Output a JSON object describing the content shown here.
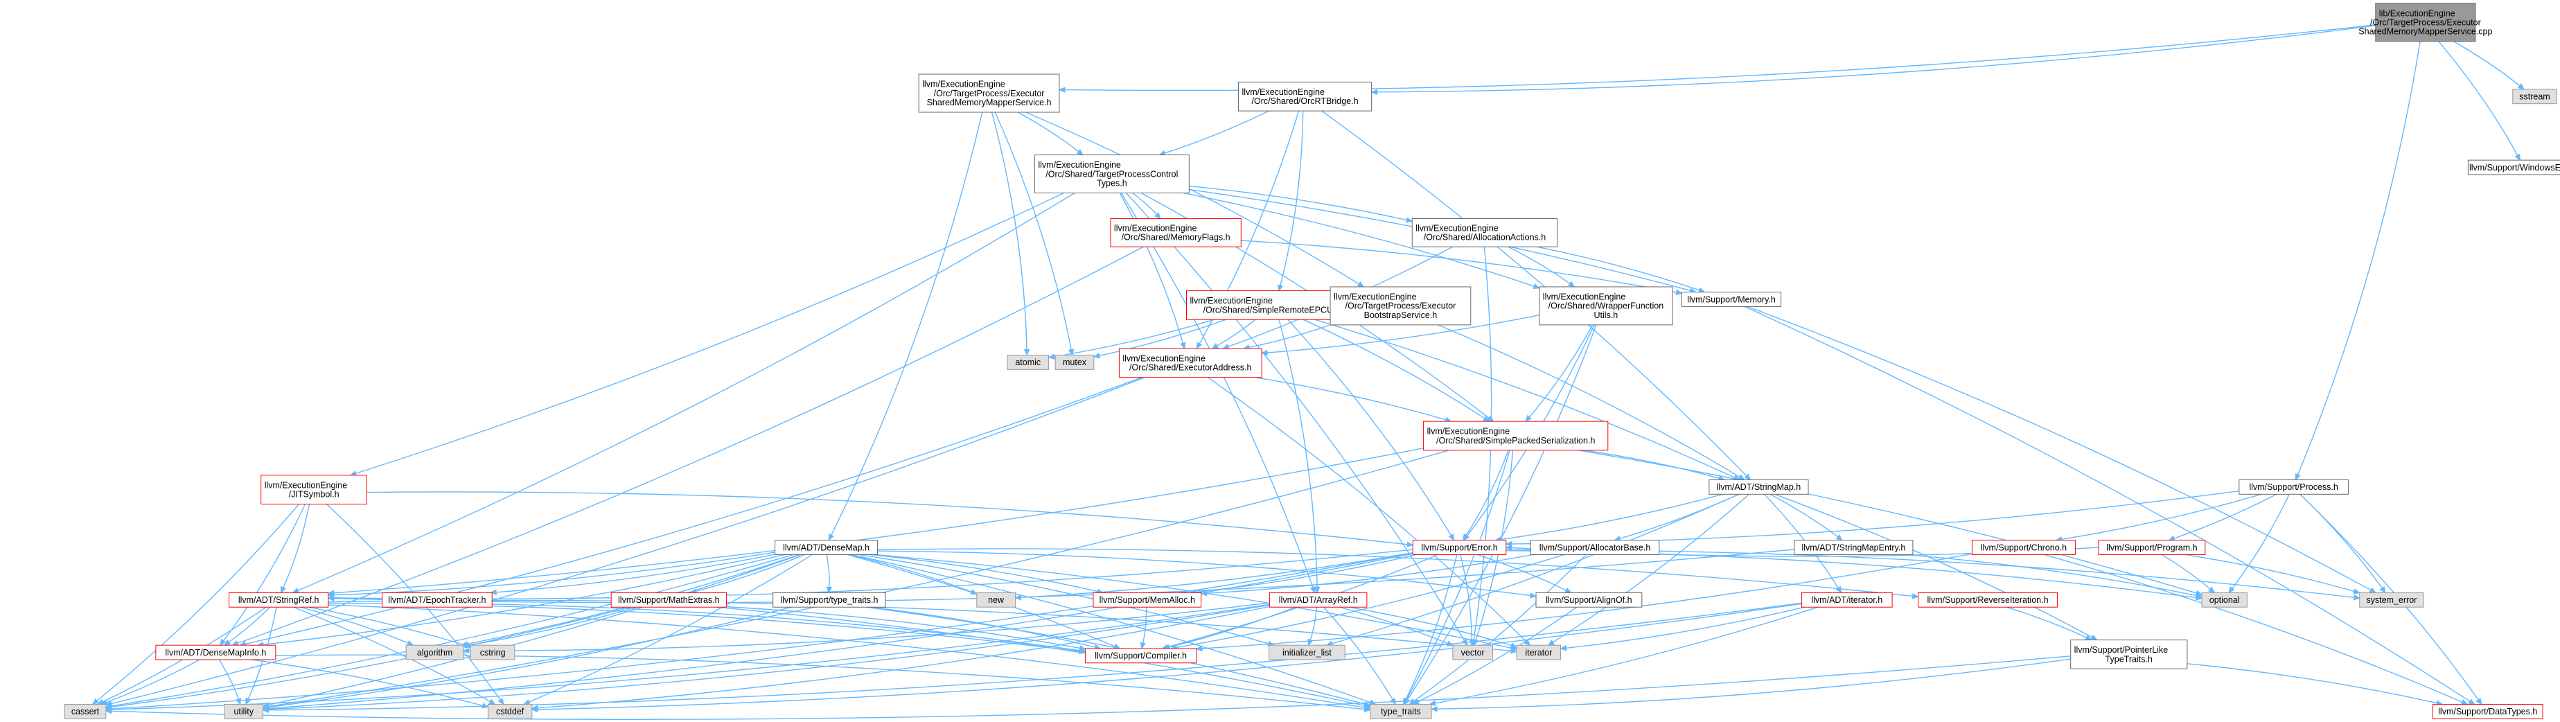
{
  "nodes": {
    "root": {
      "lines": [
        "lib/ExecutionEngine",
        "/Orc/TargetProcess/Executor",
        "SharedMemoryMapperService.cpp"
      ],
      "style": "root"
    },
    "esmmsh": {
      "lines": [
        "llvm/ExecutionEngine",
        "/Orc/TargetProcess/Executor",
        "SharedMemoryMapperService.h"
      ],
      "style": "normal"
    },
    "orcrt": {
      "lines": [
        "llvm/ExecutionEngine",
        "/Orc/Shared/OrcRTBridge.h"
      ],
      "style": "normal"
    },
    "sstream": {
      "lines": [
        "sstream"
      ],
      "style": "std"
    },
    "winerr": {
      "lines": [
        "llvm/Support/WindowsError.h"
      ],
      "style": "normal"
    },
    "tpct": {
      "lines": [
        "llvm/ExecutionEngine",
        "/Orc/Shared/TargetProcessControl",
        "Types.h"
      ],
      "style": "normal"
    },
    "memflags": {
      "lines": [
        "llvm/ExecutionEngine",
        "/Orc/Shared/MemoryFlags.h"
      ],
      "style": "red"
    },
    "allocact": {
      "lines": [
        "llvm/ExecutionEngine",
        "/Orc/Shared/AllocationActions.h"
      ],
      "style": "normal"
    },
    "simplerem": {
      "lines": [
        "llvm/ExecutionEngine",
        "/Orc/Shared/SimpleRemoteEPCUtils.h"
      ],
      "style": "red"
    },
    "bootstrap": {
      "lines": [
        "llvm/ExecutionEngine",
        "/Orc/TargetProcess/Executor",
        "BootstrapService.h"
      ],
      "style": "normal"
    },
    "wrapper": {
      "lines": [
        "llvm/ExecutionEngine",
        "/Orc/Shared/WrapperFunction",
        "Utils.h"
      ],
      "style": "normal"
    },
    "supmem": {
      "lines": [
        "llvm/Support/Memory.h"
      ],
      "style": "normal"
    },
    "atomic": {
      "lines": [
        "atomic"
      ],
      "style": "std"
    },
    "mutex": {
      "lines": [
        "mutex"
      ],
      "style": "std"
    },
    "execaddr": {
      "lines": [
        "llvm/ExecutionEngine",
        "/Orc/Shared/ExecutorAddress.h"
      ],
      "style": "red"
    },
    "sps": {
      "lines": [
        "llvm/ExecutionEngine",
        "/Orc/Shared/SimplePackedSerialization.h"
      ],
      "style": "red"
    },
    "jitsym": {
      "lines": [
        "llvm/ExecutionEngine",
        "/JITSymbol.h"
      ],
      "style": "red"
    },
    "stringmap": {
      "lines": [
        "llvm/ADT/StringMap.h"
      ],
      "style": "normal"
    },
    "process": {
      "lines": [
        "llvm/Support/Process.h"
      ],
      "style": "normal"
    },
    "densemap": {
      "lines": [
        "llvm/ADT/DenseMap.h"
      ],
      "style": "normal"
    },
    "error": {
      "lines": [
        "llvm/Support/Error.h"
      ],
      "style": "red"
    },
    "allocbase": {
      "lines": [
        "llvm/Support/AllocatorBase.h"
      ],
      "style": "normal"
    },
    "smentry": {
      "lines": [
        "llvm/ADT/StringMapEntry.h"
      ],
      "style": "normal"
    },
    "chrono": {
      "lines": [
        "llvm/Support/Chrono.h"
      ],
      "style": "red"
    },
    "program": {
      "lines": [
        "llvm/Support/Program.h"
      ],
      "style": "red"
    },
    "stringref": {
      "lines": [
        "llvm/ADT/StringRef.h"
      ],
      "style": "red"
    },
    "epoch": {
      "lines": [
        "llvm/ADT/EpochTracker.h"
      ],
      "style": "red"
    },
    "mathextras": {
      "lines": [
        "llvm/Support/MathExtras.h"
      ],
      "style": "red"
    },
    "typetraitsh": {
      "lines": [
        "llvm/Support/type_traits.h"
      ],
      "style": "normal"
    },
    "new": {
      "lines": [
        "new"
      ],
      "style": "std"
    },
    "memalloc": {
      "lines": [
        "llvm/Support/MemAlloc.h"
      ],
      "style": "red"
    },
    "arrayref": {
      "lines": [
        "llvm/ADT/ArrayRef.h"
      ],
      "style": "red"
    },
    "alignof": {
      "lines": [
        "llvm/Support/AlignOf.h"
      ],
      "style": "normal"
    },
    "iteratorh": {
      "lines": [
        "llvm/ADT/iterator.h"
      ],
      "style": "red"
    },
    "reverseiter": {
      "lines": [
        "llvm/Support/ReverseIteration.h"
      ],
      "style": "red"
    },
    "optional": {
      "lines": [
        "optional"
      ],
      "style": "std"
    },
    "syserr": {
      "lines": [
        "system_error"
      ],
      "style": "std"
    },
    "densemapinfo": {
      "lines": [
        "llvm/ADT/DenseMapInfo.h"
      ],
      "style": "red"
    },
    "algorithm": {
      "lines": [
        "algorithm"
      ],
      "style": "std"
    },
    "cstring": {
      "lines": [
        "cstring"
      ],
      "style": "std"
    },
    "compiler": {
      "lines": [
        "llvm/Support/Compiler.h"
      ],
      "style": "red"
    },
    "initlist": {
      "lines": [
        "initializer_list"
      ],
      "style": "std"
    },
    "vector": {
      "lines": [
        "vector"
      ],
      "style": "std"
    },
    "iterator": {
      "lines": [
        "iterator"
      ],
      "style": "std"
    },
    "ptrlike": {
      "lines": [
        "llvm/Support/PointerLike",
        "TypeTraits.h"
      ],
      "style": "normal"
    },
    "cassert": {
      "lines": [
        "cassert"
      ],
      "style": "std"
    },
    "utility": {
      "lines": [
        "utility"
      ],
      "style": "std"
    },
    "cstddef": {
      "lines": [
        "cstddef"
      ],
      "style": "std"
    },
    "typetraits": {
      "lines": [
        "type_traits"
      ],
      "style": "std"
    },
    "datatypes": {
      "lines": [
        "llvm/Support/DataTypes.h"
      ],
      "style": "red"
    }
  },
  "edges": [
    [
      "root",
      "esmmsh"
    ],
    [
      "root",
      "orcrt"
    ],
    [
      "root",
      "sstream"
    ],
    [
      "root",
      "winerr"
    ],
    [
      "root",
      "process"
    ],
    [
      "esmmsh",
      "tpct"
    ],
    [
      "esmmsh",
      "bootstrap"
    ],
    [
      "esmmsh",
      "densemap"
    ],
    [
      "esmmsh",
      "atomic"
    ],
    [
      "esmmsh",
      "mutex"
    ],
    [
      "orcrt",
      "tpct"
    ],
    [
      "orcrt",
      "simplerem"
    ],
    [
      "orcrt",
      "execaddr"
    ],
    [
      "orcrt",
      "stringmap"
    ],
    [
      "tpct",
      "memflags"
    ],
    [
      "tpct",
      "allocact"
    ],
    [
      "tpct",
      "wrapper"
    ],
    [
      "tpct",
      "supmem"
    ],
    [
      "tpct",
      "execaddr"
    ],
    [
      "tpct",
      "sps"
    ],
    [
      "tpct",
      "jitsym"
    ],
    [
      "tpct",
      "stringref"
    ],
    [
      "tpct",
      "arrayref"
    ],
    [
      "tpct",
      "vector"
    ],
    [
      "memflags",
      "supmem"
    ],
    [
      "memflags",
      "densemapinfo"
    ],
    [
      "allocact",
      "supmem"
    ],
    [
      "allocact",
      "wrapper"
    ],
    [
      "allocact",
      "execaddr"
    ],
    [
      "allocact",
      "vector"
    ],
    [
      "simplerem",
      "execaddr"
    ],
    [
      "simplerem",
      "sps"
    ],
    [
      "simplerem",
      "stringmap"
    ],
    [
      "simplerem",
      "error"
    ],
    [
      "simplerem",
      "arrayref"
    ],
    [
      "simplerem",
      "atomic"
    ],
    [
      "simplerem",
      "mutex"
    ],
    [
      "bootstrap",
      "execaddr"
    ],
    [
      "bootstrap",
      "stringmap"
    ],
    [
      "wrapper",
      "sps"
    ],
    [
      "wrapper",
      "error"
    ],
    [
      "wrapper",
      "execaddr"
    ],
    [
      "wrapper",
      "typetraits"
    ],
    [
      "supmem",
      "syserr"
    ],
    [
      "supmem",
      "datatypes"
    ],
    [
      "execaddr",
      "sps"
    ],
    [
      "execaddr",
      "cassert"
    ],
    [
      "execaddr",
      "iterator"
    ],
    [
      "execaddr",
      "densemapinfo"
    ],
    [
      "sps",
      "stringmap"
    ],
    [
      "sps",
      "error"
    ],
    [
      "sps",
      "optional"
    ],
    [
      "sps",
      "typetraits"
    ],
    [
      "sps",
      "utility"
    ],
    [
      "sps",
      "vector"
    ],
    [
      "sps",
      "stringref"
    ],
    [
      "jitsym",
      "error"
    ],
    [
      "jitsym",
      "stringref"
    ],
    [
      "jitsym",
      "densemapinfo"
    ],
    [
      "jitsym",
      "cassert"
    ],
    [
      "jitsym",
      "cstddef"
    ],
    [
      "stringmap",
      "allocbase"
    ],
    [
      "stringmap",
      "smentry"
    ],
    [
      "stringmap",
      "iteratorh"
    ],
    [
      "stringmap",
      "error"
    ],
    [
      "stringmap",
      "initlist"
    ],
    [
      "stringmap",
      "iterator"
    ],
    [
      "stringmap",
      "ptrlike"
    ],
    [
      "process",
      "error"
    ],
    [
      "process",
      "chrono"
    ],
    [
      "process",
      "program"
    ],
    [
      "process",
      "optional"
    ],
    [
      "process",
      "syserr"
    ],
    [
      "process",
      "datatypes"
    ],
    [
      "densemap",
      "stringref"
    ],
    [
      "densemap",
      "densemapinfo"
    ],
    [
      "densemap",
      "epoch"
    ],
    [
      "densemap",
      "mathextras"
    ],
    [
      "densemap",
      "typetraitsh"
    ],
    [
      "densemap",
      "new"
    ],
    [
      "densemap",
      "memalloc"
    ],
    [
      "densemap",
      "alignof"
    ],
    [
      "densemap",
      "reverseiter"
    ],
    [
      "densemap",
      "compiler"
    ],
    [
      "densemap",
      "algorithm"
    ],
    [
      "densemap",
      "cassert"
    ],
    [
      "densemap",
      "cstddef"
    ],
    [
      "densemap",
      "initlist"
    ],
    [
      "densemap",
      "iterator"
    ],
    [
      "densemap",
      "typetraits"
    ],
    [
      "densemap",
      "utility"
    ],
    [
      "error",
      "stringref"
    ],
    [
      "error",
      "alignof"
    ],
    [
      "error",
      "compiler"
    ],
    [
      "error",
      "new"
    ],
    [
      "error",
      "memalloc"
    ],
    [
      "error",
      "syserr"
    ],
    [
      "error",
      "optional"
    ],
    [
      "error",
      "cassert"
    ],
    [
      "error",
      "typetraits"
    ],
    [
      "error",
      "utility"
    ],
    [
      "error",
      "vector"
    ],
    [
      "allocbase",
      "compiler"
    ],
    [
      "allocbase",
      "memalloc"
    ],
    [
      "allocbase",
      "typetraits"
    ],
    [
      "smentry",
      "stringref"
    ],
    [
      "smentry",
      "optional"
    ],
    [
      "chrono",
      "compiler"
    ],
    [
      "chrono",
      "datatypes"
    ],
    [
      "program",
      "error"
    ],
    [
      "program",
      "syserr"
    ],
    [
      "program",
      "optional"
    ],
    [
      "stringref",
      "densemapinfo"
    ],
    [
      "stringref",
      "compiler"
    ],
    [
      "stringref",
      "algorithm"
    ],
    [
      "stringref",
      "cassert"
    ],
    [
      "stringref",
      "cstddef"
    ],
    [
      "stringref",
      "cstring"
    ],
    [
      "stringref",
      "iterator"
    ],
    [
      "stringref",
      "typetraits"
    ],
    [
      "stringref",
      "utility"
    ],
    [
      "epoch",
      "compiler"
    ],
    [
      "mathextras",
      "compiler"
    ],
    [
      "mathextras",
      "algorithm"
    ],
    [
      "mathextras",
      "cassert"
    ],
    [
      "mathextras",
      "typetraits"
    ],
    [
      "typetraitsh",
      "compiler"
    ],
    [
      "typetraitsh",
      "typetraits"
    ],
    [
      "typetraitsh",
      "utility"
    ],
    [
      "memalloc",
      "compiler"
    ],
    [
      "arrayref",
      "compiler"
    ],
    [
      "arrayref",
      "initlist"
    ],
    [
      "arrayref",
      "vector"
    ],
    [
      "arrayref",
      "iterator"
    ],
    [
      "arrayref",
      "cassert"
    ],
    [
      "arrayref",
      "cstddef"
    ],
    [
      "arrayref",
      "typetraits"
    ],
    [
      "arrayref",
      "algorithm"
    ],
    [
      "arrayref",
      "utility"
    ],
    [
      "alignof",
      "typetraits"
    ],
    [
      "iteratorh",
      "iterator"
    ],
    [
      "iteratorh",
      "cstddef"
    ],
    [
      "iteratorh",
      "typetraits"
    ],
    [
      "iteratorh",
      "utility"
    ],
    [
      "reverseiter",
      "ptrlike"
    ],
    [
      "densemapinfo",
      "cassert"
    ],
    [
      "densemapinfo",
      "cstddef"
    ],
    [
      "densemapinfo",
      "utility"
    ],
    [
      "densemapinfo",
      "typetraits"
    ],
    [
      "ptrlike",
      "typetraits"
    ],
    [
      "ptrlike",
      "cassert"
    ],
    [
      "ptrlike",
      "datatypes"
    ]
  ],
  "colors": {
    "edge": "#63b8ff",
    "normal_border": "#666666",
    "red_border": "#ff0000",
    "std_fill": "#e0e0e0",
    "std_border": "#999999",
    "root_fill": "#999999",
    "root_border": "#666666"
  }
}
